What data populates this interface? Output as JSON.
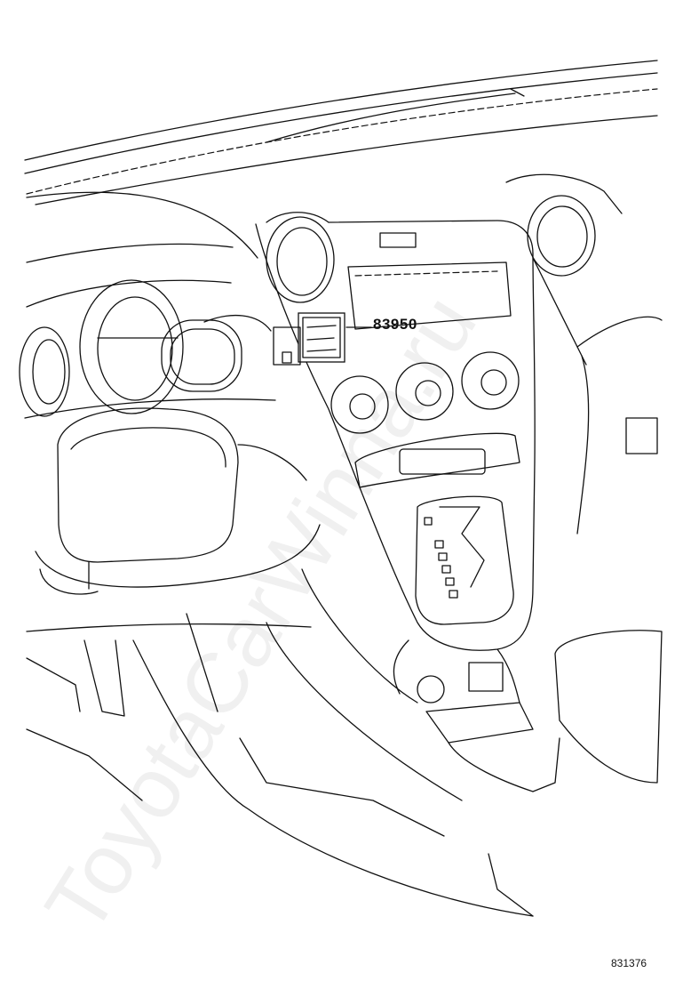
{
  "diagram": {
    "callouts": [
      {
        "part_number": "83950"
      }
    ],
    "figure_id": "831376",
    "watermark": "ToyotaCarWinna.ru"
  }
}
